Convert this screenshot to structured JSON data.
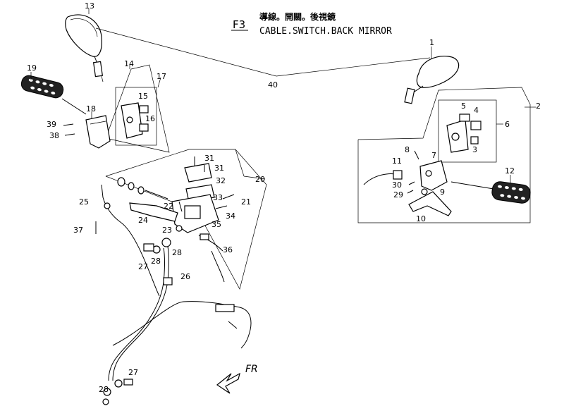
{
  "header": {
    "code": "F3",
    "title_zh": "導線。開關。後視鏡",
    "title_en": "CABLE.SWITCH.BACK MIRROR"
  },
  "direction_label": "FR",
  "part_labels": [
    "1",
    "2",
    "3",
    "4",
    "5",
    "6",
    "7",
    "8",
    "9",
    "10",
    "11",
    "12",
    "13",
    "14",
    "15",
    "16",
    "17",
    "18",
    "19",
    "20",
    "21",
    "22",
    "23",
    "24",
    "25",
    "26",
    "27",
    "27",
    "28",
    "28",
    "28",
    "29",
    "30",
    "31",
    "31",
    "32",
    "33",
    "34",
    "35",
    "36",
    "37",
    "38",
    "39",
    "40"
  ]
}
